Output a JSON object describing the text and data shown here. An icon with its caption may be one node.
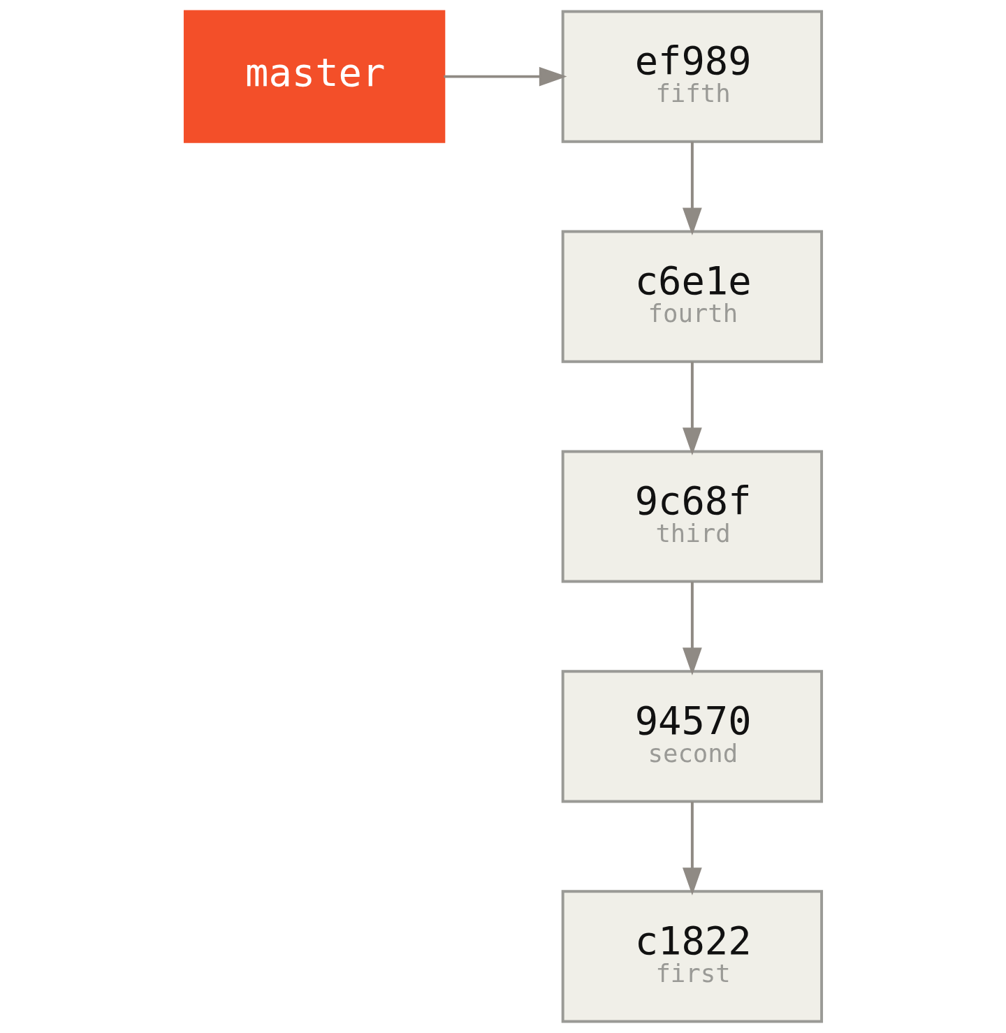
{
  "diagram": {
    "nodes": [
      {
        "text": [
          "ef989",
          "fifth"
        ]
      },
      {
        "text": [
          "c6e1e",
          "fourth"
        ]
      },
      {
        "text": [
          "9c68f",
          "third"
        ]
      },
      {
        "text": [
          "94570",
          "second"
        ]
      },
      {
        "text": [
          "c1822",
          "first"
        ]
      },
      {
        "text": [
          "master"
        ]
      }
    ],
    "edges": [
      {
        "from": 0,
        "to": 1,
        "arrow": "to"
      },
      {
        "from": 1,
        "to": 2,
        "arrow": "to"
      },
      {
        "from": 2,
        "to": 3,
        "arrow": "to"
      },
      {
        "from": 3,
        "to": 4,
        "arrow": "to"
      },
      {
        "from": 5,
        "to": 0,
        "arrow": "to"
      }
    ]
  }
}
